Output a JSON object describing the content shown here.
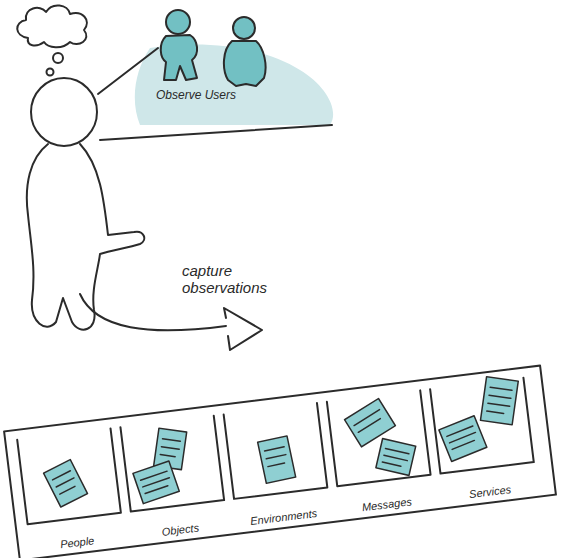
{
  "diagram": {
    "nodes": [
      {
        "text": [
          "Observe Users"
        ]
      },
      {
        "text": [
          "People"
        ]
      },
      {
        "text": [
          "Objects"
        ]
      },
      {
        "text": [
          "Environments"
        ]
      },
      {
        "text": [
          "Messages"
        ]
      },
      {
        "text": [
          "Services"
        ]
      }
    ],
    "labels": [
      "capture observations"
    ]
  }
}
